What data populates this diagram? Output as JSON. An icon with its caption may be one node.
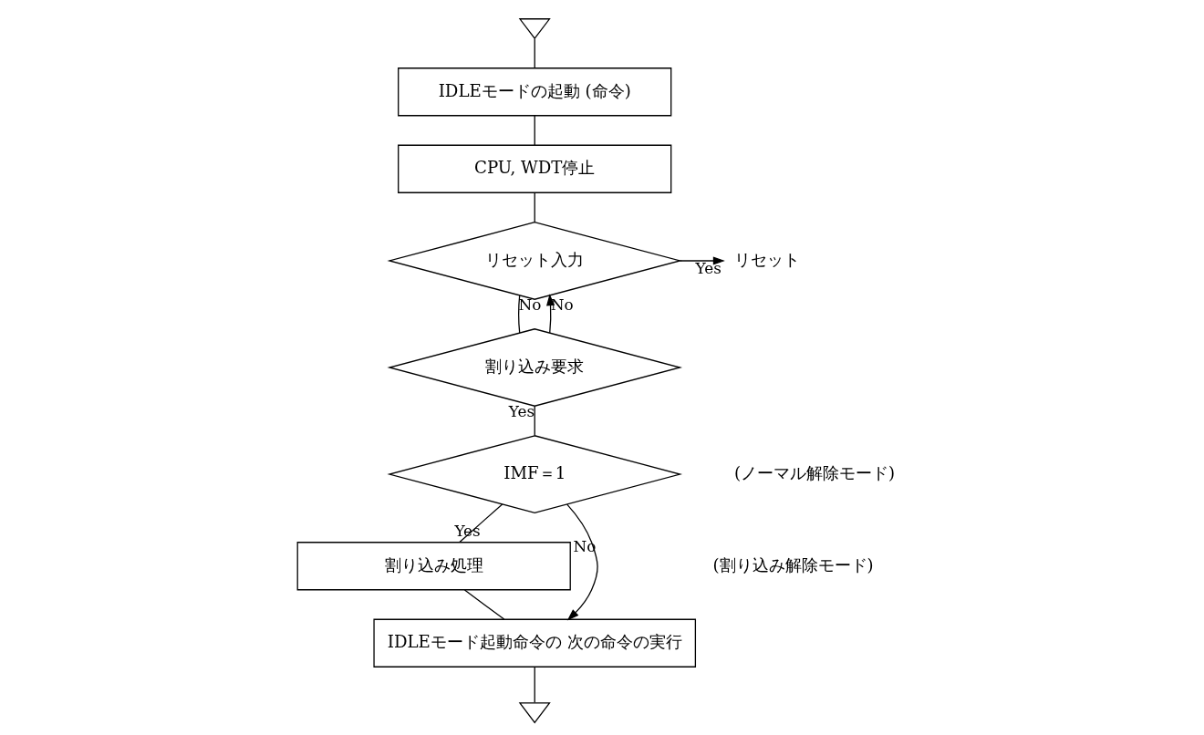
{
  "diagram": {
    "nodes": [
      {
        "text": [],
        "shape": "triangle"
      },
      {
        "text": [
          "IDLEモードの起動 (命令)"
        ]
      },
      {
        "text": [
          "CPU, WDT停止"
        ]
      },
      {
        "text": [
          "リセット入力"
        ]
      },
      {
        "text": [
          "リセット"
        ]
      },
      {
        "text": [
          "割り込み要求"
        ]
      },
      {
        "text": [
          "IMF＝1"
        ]
      },
      {
        "text": [
          "割り込み処理"
        ]
      },
      {
        "text": [
          "IDLEモード起動命令の 次の命令の実行"
        ]
      },
      {
        "text": [],
        "shape": "triangle"
      }
    ],
    "edges": [
      {
        "from": 0,
        "to": 1,
        "arrow": "none"
      },
      {
        "from": 1,
        "to": 2,
        "arrow": "none"
      },
      {
        "from": 2,
        "to": 3,
        "arrow": "none"
      },
      {
        "from": 3,
        "to": 4,
        "arrow": "to",
        "label": "Yes"
      },
      {
        "from": 3,
        "to": 5,
        "arrow": "none",
        "label": "No"
      },
      {
        "from": 5,
        "to": 3,
        "arrow": "to",
        "label": "No"
      },
      {
        "from": 5,
        "to": 6,
        "arrow": "none",
        "label": "Yes"
      },
      {
        "from": 6,
        "to": 7,
        "arrow": "none",
        "label": "Yes"
      },
      {
        "from": 6,
        "to": 8,
        "arrow": "to",
        "label": "No"
      },
      {
        "from": 7,
        "to": 8,
        "arrow": "none"
      },
      {
        "from": 8,
        "to": 9,
        "arrow": "none"
      }
    ],
    "labels": [
      "(ノーマル解除モード)",
      "(割り込み解除モード)"
    ]
  }
}
